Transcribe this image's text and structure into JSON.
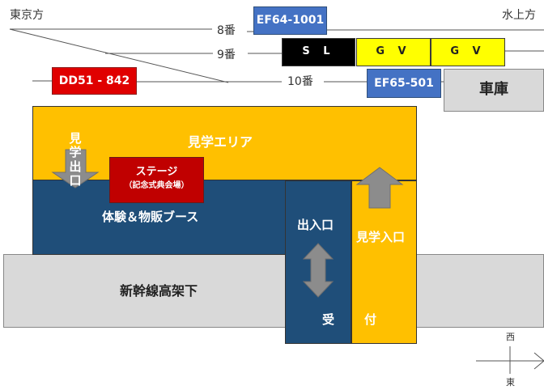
{
  "directions": {
    "left": "東京方",
    "right": "水上方"
  },
  "tracks": {
    "track8": "8番",
    "track9": "9番",
    "track10": "10番"
  },
  "vehicles": {
    "ef64": "EF64-1001",
    "ef65": "EF65-501",
    "dd51": "DD51 - 842",
    "sl": "S L",
    "gv1": "G V",
    "gv2": "G V"
  },
  "shed": "車庫",
  "areas": {
    "viewing_area": "見学エリア",
    "viewing_exit": "見学出口",
    "stage_title": "ステージ",
    "stage_sub": "（記念式典会場）",
    "booth": "体験＆物販ブース",
    "entrance": "出入口",
    "viewing_entrance": "見学入口",
    "under_viaduct": "新幹線高架下",
    "reception_left": "受",
    "reception_right": "付"
  },
  "compass": {
    "north_side": "西",
    "south_side": "東"
  },
  "colors": {
    "loco_blue": "#4472c4",
    "loco_red": "#e00000",
    "sl_black": "#000000",
    "gv_yellow": "#ffff00",
    "area_yellow": "#ffc000",
    "area_navy": "#1f4e79",
    "stage_red": "#c00000",
    "gray": "#d9d9d9",
    "arrow_gray": "#8c8c8c"
  }
}
